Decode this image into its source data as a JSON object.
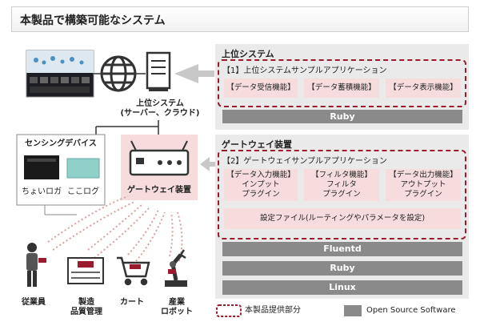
{
  "header": {
    "title": "本製品で構築可能なシステム"
  },
  "upper": {
    "title": "上位システム",
    "app_title": "【1】上位システムサンプルアプリケーション",
    "functions": [
      "【データ受信機能】",
      "【データ蓄積機能】",
      "【データ表示機能】"
    ],
    "ruby": "Ruby"
  },
  "gateway": {
    "title": "ゲートウェイ装置",
    "app_title": "【2】ゲートウェイサンプルアプリケーション",
    "plugins": [
      {
        "line1": "【データ入力機能】",
        "line2": "インプット",
        "line3": "プラグイン"
      },
      {
        "line1": "【フィルタ機能】",
        "line2": "フィルタ",
        "line3": "プラグイン"
      },
      {
        "line1": "【データ出力機能】",
        "line2": "アウトプット",
        "line3": "プラグイン"
      }
    ],
    "config": "設定ファイル(ルーティングやパラメータを設定)",
    "layers": [
      "Fluentd",
      "Ruby",
      "Linux"
    ]
  },
  "left": {
    "system_label_1": "上位システム",
    "system_label_2": "(サーバー、クラウド)",
    "gateway_label": "ゲートウェイ装置",
    "sensing_title": "センシングデバイス",
    "device_1": "ちょいロガ",
    "device_2": "ここログ",
    "bottom_labels": [
      {
        "line1": "従業員",
        "line2": ""
      },
      {
        "line1": "製造",
        "line2": "品質管理"
      },
      {
        "line1": "カート",
        "line2": ""
      },
      {
        "line1": "産業",
        "line2": "ロボット"
      }
    ]
  },
  "legend": {
    "provided": "本製品提供部分",
    "oss": "Open Source Software"
  },
  "colors": {
    "accent_red": "#9b1b2e",
    "pink": "#f6dcdc",
    "gray_bar": "#8a8a8a",
    "panel": "#eaeaea"
  }
}
